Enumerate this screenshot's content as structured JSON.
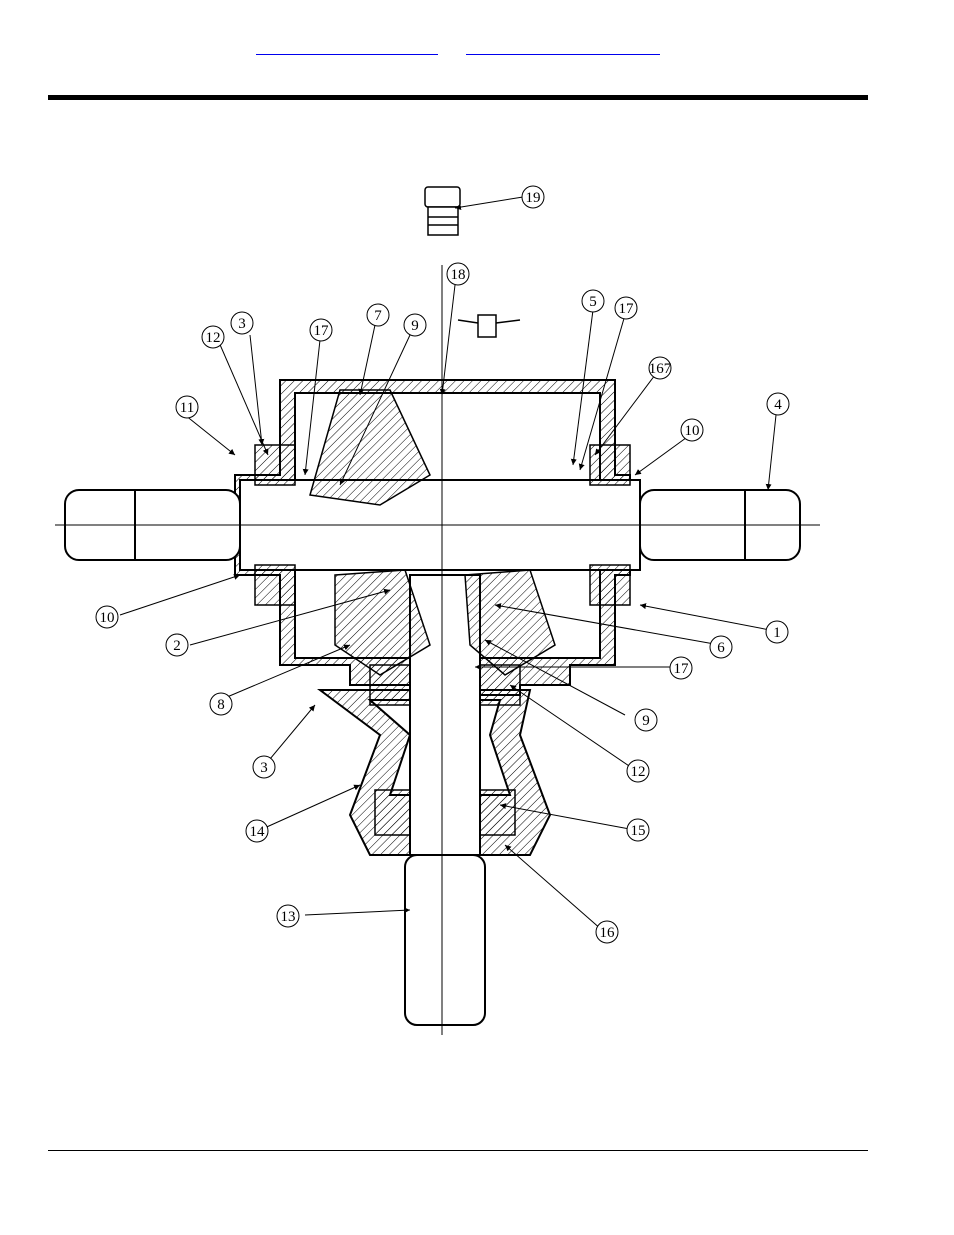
{
  "header": {
    "links": [
      {
        "text": ""
      },
      {
        "text": ""
      }
    ]
  },
  "drawing": {
    "callouts": [
      "1",
      "2",
      "3",
      "3",
      "4",
      "5",
      "6",
      "7",
      "8",
      "9",
      "9",
      "10",
      "10",
      "11",
      "12",
      "12",
      "13",
      "14",
      "15",
      "16",
      "167",
      "17",
      "17",
      "17",
      "18",
      "19"
    ]
  }
}
